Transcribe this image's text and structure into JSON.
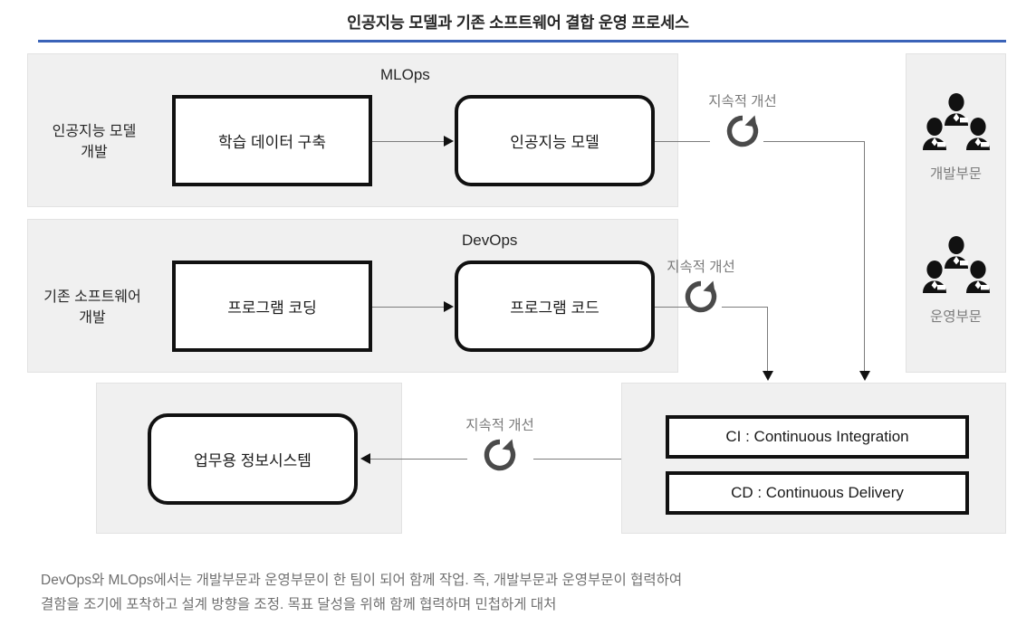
{
  "title": "인공지능 모델과 기존 소프트웨어 결합 운영 프로세스",
  "colors": {
    "rule": "#3a63b8",
    "panel_bg": "#f0f0f0",
    "node_border": "#111111",
    "muted_text": "#7b7b7b",
    "connector": "#7c7c7c"
  },
  "panels": {
    "mlops": {
      "title": "MLOps"
    },
    "devops": {
      "title": "DevOps"
    }
  },
  "row_labels": {
    "ai": "인공지능 모델\n개발",
    "ai_line1": "인공지능 모델",
    "ai_line2": "개발",
    "sw_line1": "기존 소프트웨어",
    "sw_line2": "개발"
  },
  "nodes": {
    "train_data": "학습 데이터 구축",
    "ai_model": "인공지능 모델",
    "program_coding": "프로그램 코딩",
    "program_code": "프로그램 코드",
    "business_system": "업무용 정보시스템"
  },
  "cicd": {
    "ci": "CI : Continuous Integration",
    "cd": "CD : Continuous Delivery"
  },
  "improvements": [
    {
      "label": "지속적 개선",
      "icon": "refresh-cycle-icon"
    },
    {
      "label": "지속적 개선",
      "icon": "refresh-cycle-icon"
    },
    {
      "label": "지속적 개선",
      "icon": "refresh-cycle-icon"
    }
  ],
  "people": [
    {
      "label": "개발부문",
      "icon": "people-group-icon"
    },
    {
      "label": "운영부문",
      "icon": "people-group-icon"
    }
  ],
  "footnote": {
    "line1": "DevOps와 MLOps에서는 개발부문과 운영부문이 한 팀이 되어 함께 작업. 즉, 개발부문과 운영부문이 협력하여",
    "line2": "결함을 조기에 포착하고 설계 방향을 조정. 목표 달성을 위해 함께 협력하며 민첩하게 대처"
  }
}
